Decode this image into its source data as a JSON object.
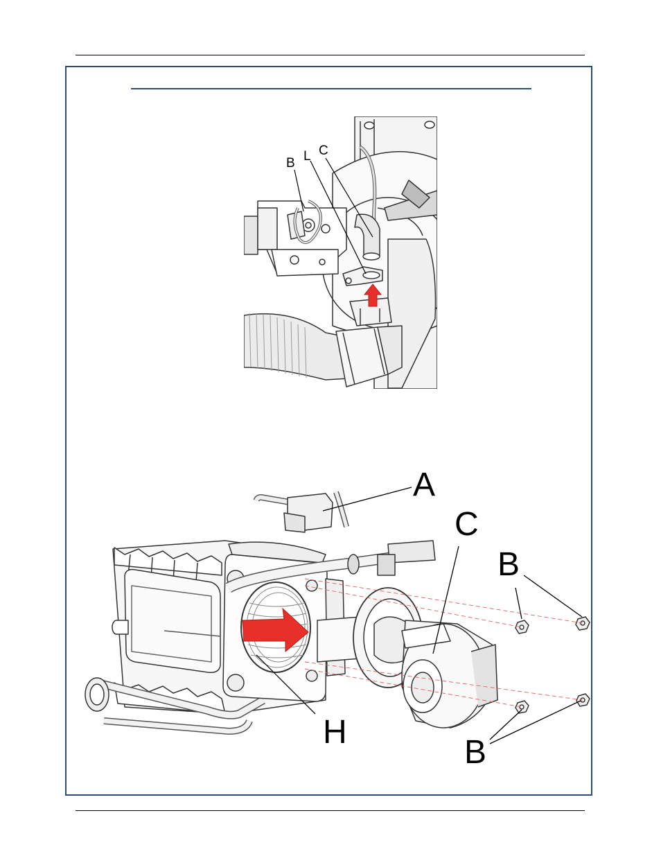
{
  "figure_top": {
    "callouts": {
      "b": "B",
      "l": "L",
      "c": "C"
    }
  },
  "figure_bottom": {
    "callouts": {
      "a": "A",
      "c": "C",
      "b_top": "B",
      "b_bottom": "B",
      "h": "H"
    }
  },
  "colors": {
    "frame": "#2d4a78",
    "arrow": "#e8302a",
    "line_art": "#333333"
  }
}
